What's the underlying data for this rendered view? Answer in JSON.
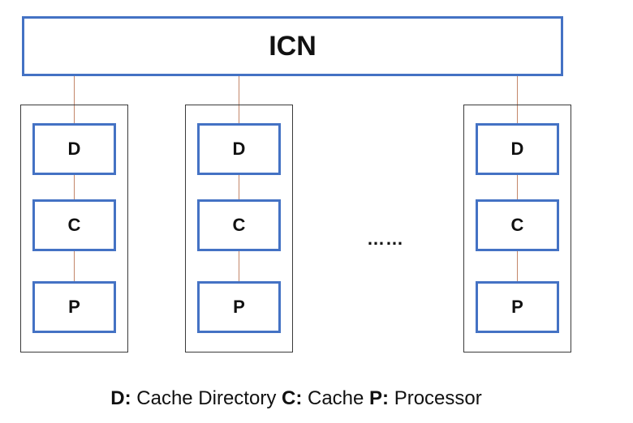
{
  "icn_label": "ICN",
  "nodes": [
    {
      "d": "D",
      "c": "C",
      "p": "P"
    },
    {
      "d": "D",
      "c": "C",
      "p": "P"
    },
    {
      "d": "D",
      "c": "C",
      "p": "P"
    }
  ],
  "ellipsis": "……",
  "legend": {
    "d_key": "D:",
    "d_text": " Cache Directory ",
    "c_key": "C:",
    "c_text": " Cache ",
    "p_key": "P:",
    "p_text": " Processor"
  },
  "colors": {
    "box_border": "#4472c4",
    "node_border": "#3a3a3a",
    "link": "#c4876a"
  }
}
